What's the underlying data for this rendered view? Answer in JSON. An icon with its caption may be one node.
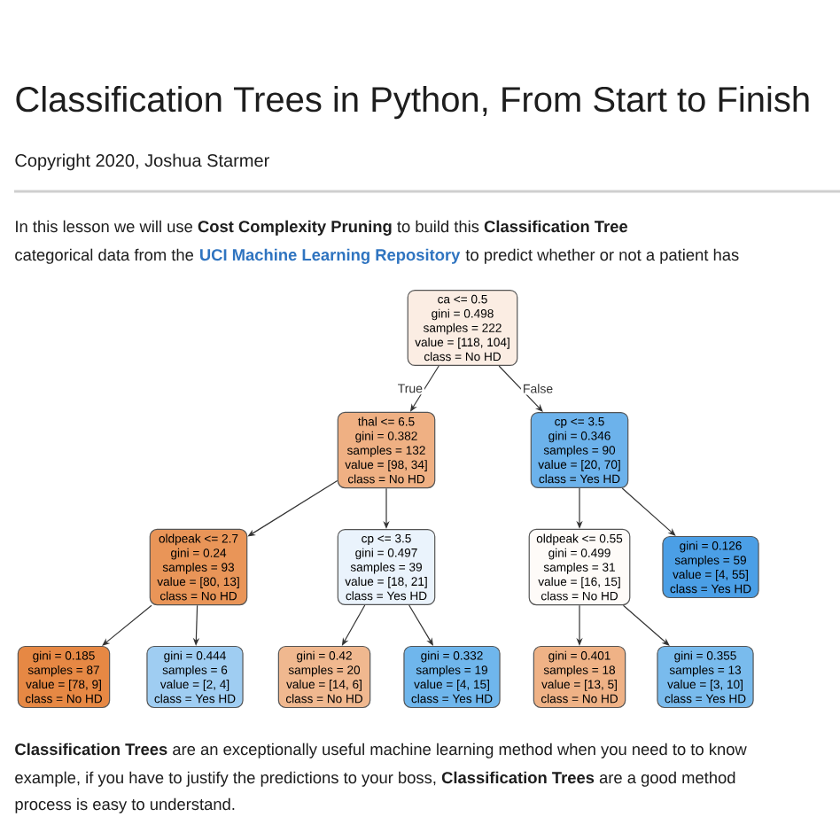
{
  "diagram": {
    "title": "Classification Trees in Python, From Start to Finish",
    "nodes": [
      {
        "text": [
          "ca <= 0.5",
          "gini = 0.498",
          "samples = 222",
          "value = [118, 104]",
          "class = No HD"
        ]
      },
      {
        "text": [
          "thal <= 6.5",
          "gini = 0.382",
          "samples = 132",
          "value = [98, 34]",
          "class = No HD"
        ]
      },
      {
        "text": [
          "cp <= 3.5",
          "gini = 0.346",
          "samples = 90",
          "value = [20, 70]",
          "class = Yes HD"
        ]
      },
      {
        "text": [
          "oldpeak <= 2.7",
          "gini = 0.24",
          "samples = 93",
          "value = [80, 13]",
          "class = No HD"
        ]
      },
      {
        "text": [
          "cp <= 3.5",
          "gini = 0.497",
          "samples = 39",
          "value = [18, 21]",
          "class = Yes HD"
        ]
      },
      {
        "text": [
          "oldpeak <= 0.55",
          "gini = 0.499",
          "samples = 31",
          "value = [16, 15]",
          "class = No HD"
        ]
      },
      {
        "text": [
          "gini = 0.126",
          "samples = 59",
          "value = [4, 55]",
          "class = Yes HD"
        ]
      },
      {
        "text": [
          "gini = 0.185",
          "samples = 87",
          "value = [78, 9]",
          "class = No HD"
        ]
      },
      {
        "text": [
          "gini = 0.444",
          "samples = 6",
          "value = [2, 4]",
          "class = Yes HD"
        ]
      },
      {
        "text": [
          "gini = 0.42",
          "samples = 20",
          "value = [14, 6]",
          "class = No HD"
        ]
      },
      {
        "text": [
          "gini = 0.332",
          "samples = 19",
          "value = [4, 15]",
          "class = Yes HD"
        ]
      },
      {
        "text": [
          "gini = 0.401",
          "samples = 18",
          "value = [13, 5]",
          "class = No HD"
        ]
      },
      {
        "text": [
          "gini = 0.355",
          "samples = 13",
          "value = [3, 10]",
          "class = Yes HD"
        ]
      }
    ],
    "edges": [
      {
        "from": 0,
        "to": 1,
        "arrow": "to",
        "label": "True"
      },
      {
        "from": 0,
        "to": 2,
        "arrow": "to",
        "label": "False"
      },
      {
        "from": 1,
        "to": 3,
        "arrow": "to"
      },
      {
        "from": 1,
        "to": 4,
        "arrow": "to"
      },
      {
        "from": 2,
        "to": 5,
        "arrow": "to"
      },
      {
        "from": 2,
        "to": 6,
        "arrow": "to"
      },
      {
        "from": 3,
        "to": 7,
        "arrow": "to"
      },
      {
        "from": 3,
        "to": 8,
        "arrow": "to"
      },
      {
        "from": 4,
        "to": 9,
        "arrow": "to"
      },
      {
        "from": 4,
        "to": 10,
        "arrow": "to"
      },
      {
        "from": 5,
        "to": 11,
        "arrow": "to"
      },
      {
        "from": 5,
        "to": 12,
        "arrow": "to"
      }
    ],
    "labels": [
      "Copyright 2020, Joshua Starmer",
      "In this lesson we will use **Cost Complexity Pruning** to build this **Classification Tree**",
      "categorical data from the",
      "UCI Machine Learning Repository",
      "to predict whether or not a patient has",
      "**Classification Trees** are an exceptionally useful machine learning method when you need to to know",
      "example, if you have to justify the predictions to your boss, **Classification Trees** are a good method",
      "process is easy to understand."
    ]
  }
}
